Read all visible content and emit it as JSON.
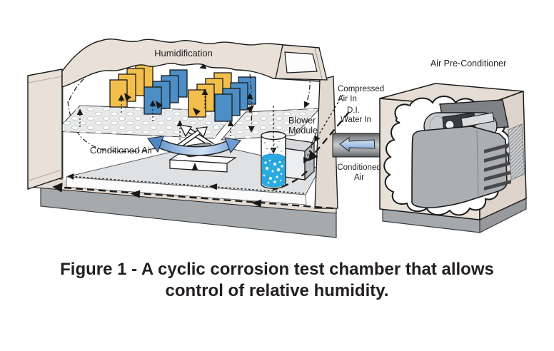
{
  "figure": {
    "caption": [
      "Figure 1 - A cyclic corrosion test chamber that allows",
      "control of relative humidity."
    ]
  },
  "chamber": {
    "humidification": "Humidification",
    "conditioned_air": "Conditioned Air",
    "blower_module": [
      "Blower",
      "Module"
    ]
  },
  "connections": {
    "compressed_air": [
      "Compressed",
      "Air In"
    ],
    "di_water": [
      "D.I.",
      "Water In"
    ],
    "conditioned_air": [
      "Conditioned",
      "Air"
    ]
  },
  "preconditioner": {
    "title": "Air Pre-Conditioner"
  },
  "colors": {
    "panel_yellow": "#F2BF4D",
    "panel_blue": "#4C8EC6",
    "water_blue": "#29ABE2",
    "cabinet_beige": "#E9E0D8",
    "cabinet_beige_dark": "#E2D9D0",
    "base_gray": "#A7AAAD",
    "machine_gray": "#ACAFB2",
    "outline": "#1A1A1A",
    "arrow_blue": "#4F86C6"
  }
}
